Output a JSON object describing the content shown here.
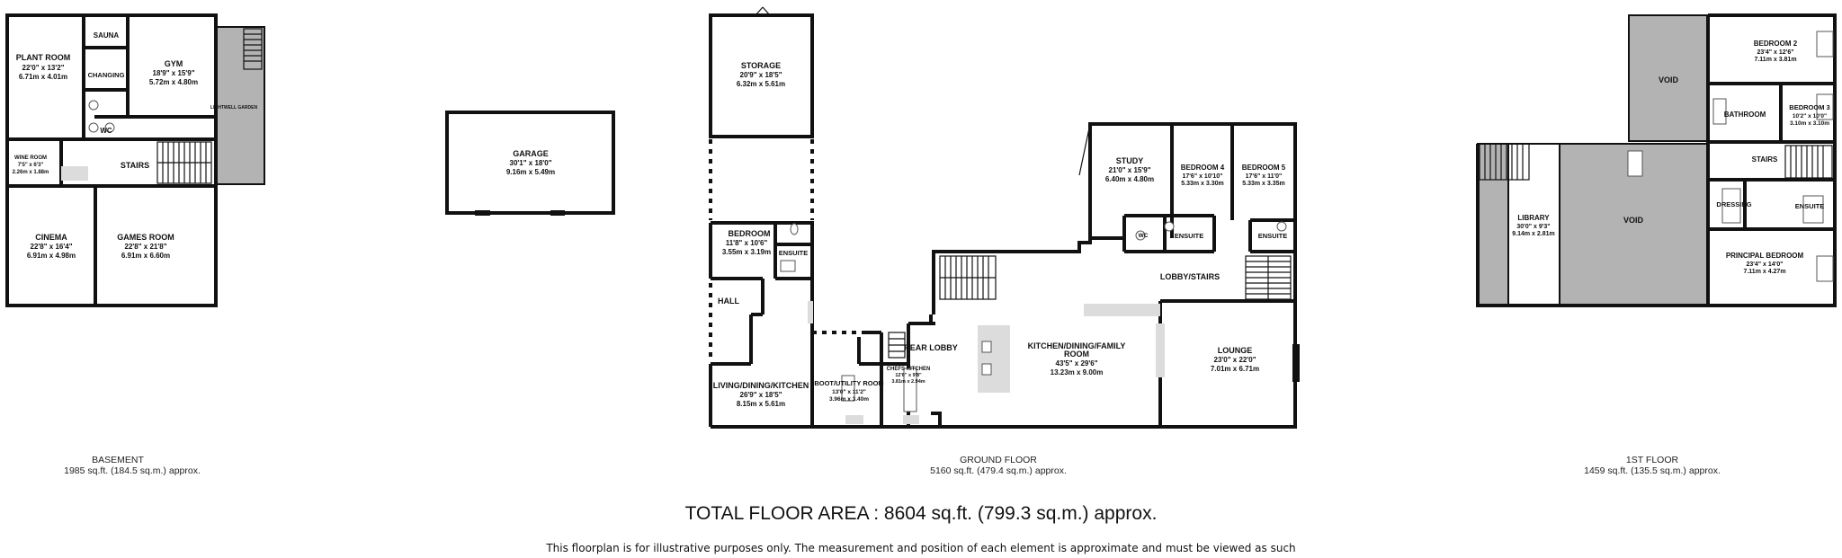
{
  "basement": {
    "caption": "BASEMENT",
    "area": "1985 sq.ft. (184.5 sq.m.) approx.",
    "rooms": {
      "sauna": {
        "name": "SAUNA"
      },
      "plant": {
        "name": "PLANT ROOM",
        "imperial": "22'0\" x 13'2\"",
        "metric": "6.71m x 4.01m"
      },
      "gym": {
        "name": "GYM",
        "imperial": "18'9\" x 15'9\"",
        "metric": "5.72m x 4.80m"
      },
      "changing": {
        "name": "CHANGING"
      },
      "wc": {
        "name": "WC"
      },
      "lightwell": {
        "name": "LIGHTWELL GARDEN"
      },
      "wine": {
        "name": "WINE ROOM",
        "imperial": "7'5\" x 6'3\"",
        "metric": "2.26m x 1.88m"
      },
      "stairs": {
        "name": "STAIRS"
      },
      "cinema": {
        "name": "CINEMA",
        "imperial": "22'8\" x 16'4\"",
        "metric": "6.91m x 4.98m"
      },
      "games": {
        "name": "GAMES ROOM",
        "imperial": "22'8\" x 21'8\"",
        "metric": "6.91m x 6.60m"
      }
    }
  },
  "garage": {
    "name": "GARAGE",
    "imperial": "30'1\" x 18'0\"",
    "metric": "9.16m x 5.49m"
  },
  "ground": {
    "caption": "GROUND FLOOR",
    "area": "5160 sq.ft. (479.4 sq.m.) approx.",
    "rooms": {
      "storage": {
        "name": "STORAGE",
        "imperial": "20'9\" x 18'5\"",
        "metric": "6.32m x 5.61m"
      },
      "bedroom": {
        "name": "BEDROOM",
        "imperial": "11'8\" x 10'6\"",
        "metric": "3.55m x 3.19m"
      },
      "ensuite_a": {
        "name": "ENSUITE"
      },
      "hall": {
        "name": "HALL"
      },
      "living": {
        "name": "LIVING/DINING/KITCHEN",
        "imperial": "26'9\" x 18'5\"",
        "metric": "8.15m x 5.61m"
      },
      "boot": {
        "name": "BOOT/UTILITY ROOM",
        "imperial": "13'0\" x 11'2\"",
        "metric": "3.96m x 3.40m"
      },
      "chefs": {
        "name": "CHEFS KITCHEN",
        "imperial": "12'6\" x 9'8\"",
        "metric": "3.81m x 2.94m"
      },
      "rear_lobby": {
        "name": "REAR LOBBY"
      },
      "study": {
        "name": "STUDY",
        "imperial": "21'0\" x 15'9\"",
        "metric": "6.40m x 4.80m"
      },
      "bed4": {
        "name": "BEDROOM 4",
        "imperial": "17'6\" x 10'10\"",
        "metric": "5.33m x 3.30m"
      },
      "bed5": {
        "name": "BEDROOM 5",
        "imperial": "17'6\" x 11'0\"",
        "metric": "5.33m x 3.35m"
      },
      "wc": {
        "name": "WC"
      },
      "ensuite_b": {
        "name": "ENSUITE"
      },
      "ensuite_c": {
        "name": "ENSUITE"
      },
      "lobby": {
        "name": "LOBBY/STAIRS"
      },
      "kitchen": {
        "name": "KITCHEN/DINING/FAMILY",
        "name2": "ROOM",
        "imperial": "43'5\" x 29'6\"",
        "metric": "13.23m x 9.00m"
      },
      "lounge": {
        "name": "LOUNGE",
        "imperial": "23'0\" x 22'0\"",
        "metric": "7.01m x 6.71m"
      }
    }
  },
  "first": {
    "caption": "1ST FLOOR",
    "area": "1459 sq.ft. (135.5 sq.m.) approx.",
    "rooms": {
      "void_top": {
        "name": "VOID"
      },
      "void_main": {
        "name": "VOID"
      },
      "bed2": {
        "name": "BEDROOM 2",
        "imperial": "23'4\" x 12'6\"",
        "metric": "7.11m x 3.81m"
      },
      "bathroom": {
        "name": "BATHROOM"
      },
      "bed3": {
        "name": "BEDROOM 3",
        "imperial": "10'2\" x 10'0\"",
        "metric": "3.10m x 3.10m"
      },
      "stairs": {
        "name": "STAIRS"
      },
      "library": {
        "name": "LIBRARY",
        "imperial": "30'0\" x 9'3\"",
        "metric": "9.14m x 2.81m"
      },
      "dressing": {
        "name": "DRESSING"
      },
      "ensuite": {
        "name": "ENSUITE"
      },
      "principal": {
        "name": "PRINCIPAL BEDROOM",
        "imperial": "23'4\" x 14'0\"",
        "metric": "7.11m x 4.27m"
      }
    }
  },
  "total_area": "TOTAL FLOOR AREA : 8604 sq.ft. (799.3 sq.m.) approx.",
  "disclaimer": "This floorplan is for illustrative purposes only. The measurement and position of each element is approximate and must be viewed as such",
  "colors": {
    "wall": "#111111",
    "void": "#b3b3b3",
    "light": "#dcdcdc"
  }
}
